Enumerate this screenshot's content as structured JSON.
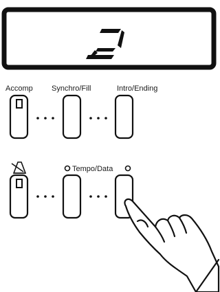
{
  "display": {
    "value": "2"
  },
  "buttons": {
    "accomp_label": "Accomp",
    "synchro_label": "Synchro/Fill",
    "intro_label": "Intro/Ending",
    "tempo_label": "Tempo/Data"
  },
  "icons": {
    "metronome": "metronome-icon",
    "hand": "pointing-hand-icon",
    "indicator_led": "led-icon"
  },
  "colors": {
    "ink": "#111111",
    "background": "#ffffff"
  }
}
